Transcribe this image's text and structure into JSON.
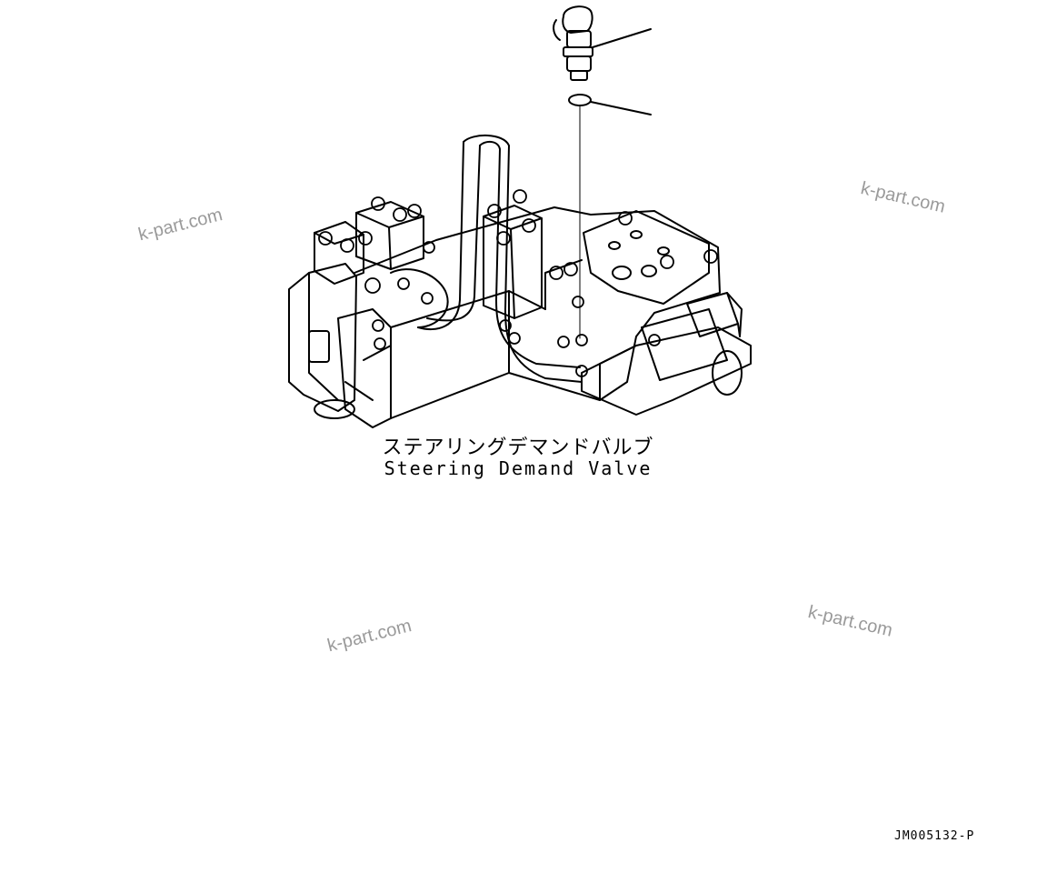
{
  "caption": {
    "japanese": "ステアリングデマンドバルブ",
    "english": "Steering Demand Valve"
  },
  "figure_id": "JM005132-P",
  "watermark": {
    "text": "k-part.com",
    "color": "#9a9a9a"
  },
  "line_color": "#000000",
  "background": "#ffffff"
}
